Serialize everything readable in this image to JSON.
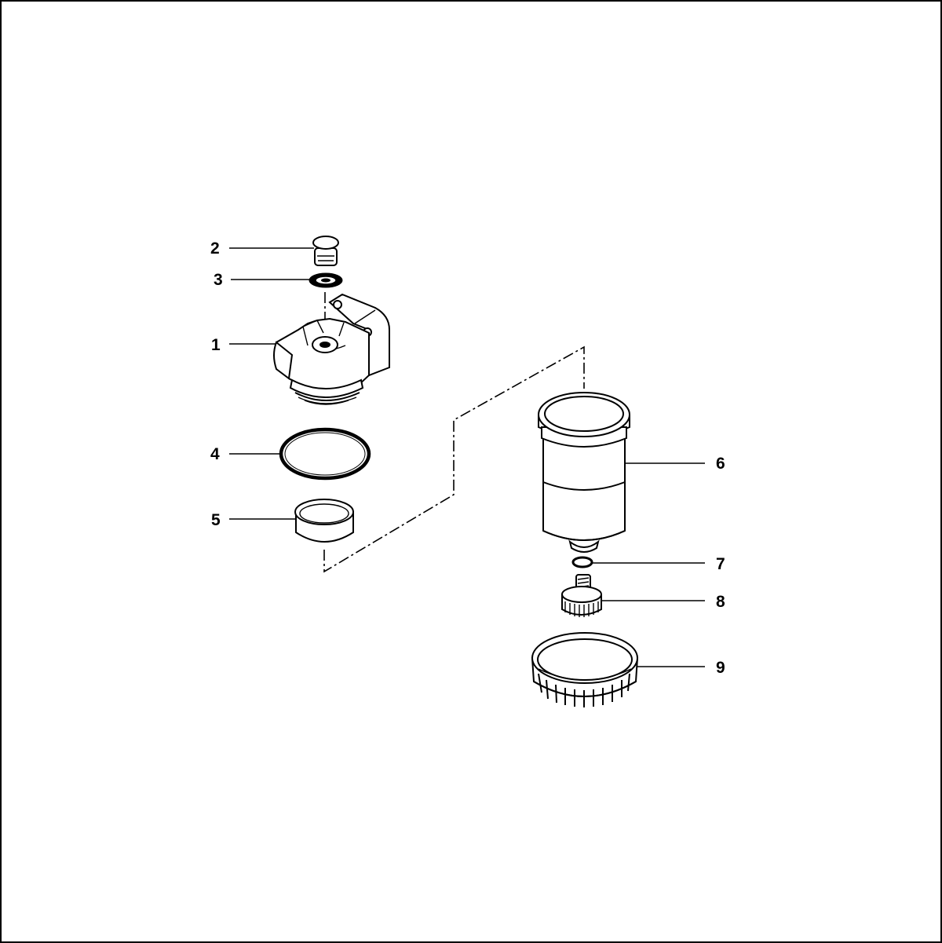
{
  "colors": {
    "background": "#ffffff",
    "ink": "#000000"
  },
  "callouts": [
    {
      "number": "1"
    },
    {
      "number": "2"
    },
    {
      "number": "3"
    },
    {
      "number": "4"
    },
    {
      "number": "5"
    },
    {
      "number": "6"
    },
    {
      "number": "7"
    },
    {
      "number": "8"
    },
    {
      "number": "9"
    }
  ]
}
